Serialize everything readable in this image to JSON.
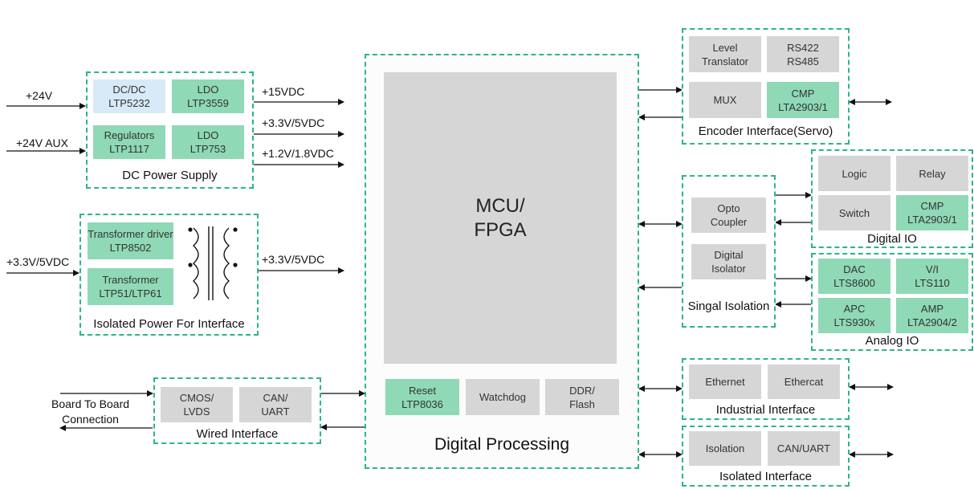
{
  "inputs": {
    "v24": "+24V",
    "v24_aux": "+24V AUX",
    "v33_5": "+3.3V/5VDC",
    "board_to_board": "Board To Board\nConnection"
  },
  "outputs": {
    "v15": "+15VDC",
    "v33_5": "+3.3V/5VDC",
    "v12_18": "+1.2V/1.8VDC",
    "iso_v33_5": "+3.3V/5VDC"
  },
  "dc_power": {
    "title": "DC Power Supply",
    "dcdc": "DC/DC\nLTP5232",
    "ldo1": "LDO\nLTP3559",
    "regulators": "Regulators\nLTP1117",
    "ldo2": "LDO\nLTP753"
  },
  "isolated_power": {
    "title": "Isolated Power For Interface",
    "driver": "Transformer driver\nLTP8502",
    "transformer": "Transformer\nLTP51/LTP61"
  },
  "wired": {
    "title": "Wired Interface",
    "cmos": "CMOS/\nLVDS",
    "can": "CAN/\nUART"
  },
  "digital": {
    "title": "Digital Processing",
    "mcu": "MCU/\nFPGA",
    "reset": "Reset\nLTP8036",
    "watchdog": "Watchdog",
    "ddr": "DDR/\nFlash"
  },
  "encoder": {
    "title": "Encoder Interface(Servo)",
    "level": "Level\nTranslator",
    "rs": "RS422\nRS485",
    "mux": "MUX",
    "cmp": "CMP\nLTA2903/1"
  },
  "isolation": {
    "title": "Singal Isolation",
    "opto": "Opto\nCoupler",
    "digital_iso": "Digital\nIsolator"
  },
  "digital_io": {
    "title": "Digital IO",
    "logic": "Logic",
    "relay": "Relay",
    "switch": "Switch",
    "cmp": "CMP\nLTA2903/1"
  },
  "analog_io": {
    "title": "Analog IO",
    "dac": "DAC\nLTS8600",
    "vi": "V/I\nLTS110",
    "apc": "APC\nLTS930x",
    "amp": "AMP\nLTA2904/2"
  },
  "industrial": {
    "title": "Industrial Interface",
    "ethernet": "Ethernet",
    "ethercat": "Ethercat"
  },
  "isolated_if": {
    "title": "Isolated Interface",
    "isolation": "Isolation",
    "canuart": "CAN/UART"
  },
  "colors": {
    "accent_green": "#2bb58a",
    "block_green": "#8fd9b6",
    "block_gray": "#d6d6d6",
    "block_blue": "#d8eaf7"
  }
}
